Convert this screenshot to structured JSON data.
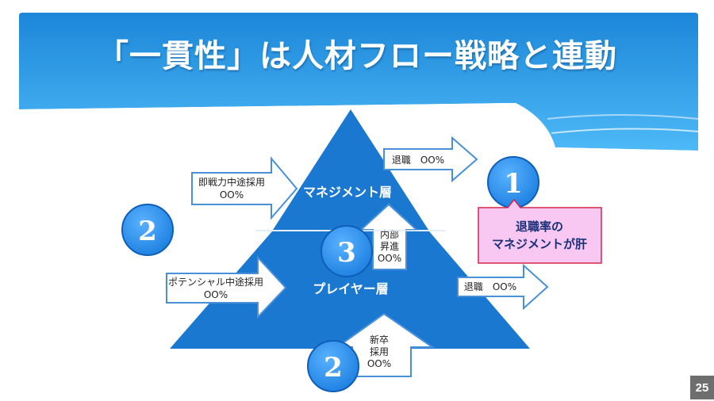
{
  "slide": {
    "title": "「一貫性」は人材フロー戦略と連動",
    "page_number": "25"
  },
  "pyramid": {
    "upper_layer": "マネジメント層",
    "lower_layer": "プレイヤー層"
  },
  "arrows": {
    "mid_career_immediate": [
      "即戦力中途採用",
      "OO%"
    ],
    "mid_career_potential": [
      "ポテンシャル中途採用",
      "OO%"
    ],
    "new_grad": [
      "新卒",
      "採用",
      "OO%"
    ],
    "internal_promotion": [
      "内部",
      "昇進",
      "OO%"
    ],
    "attrition_management": "退職　OO%",
    "attrition_player": "退職　OO%"
  },
  "markers": {
    "marker_1": "1",
    "marker_2_left": "2",
    "marker_2_bottom": "2",
    "marker_3": "3"
  },
  "callout": [
    "退職率の",
    "マネジメントが肝"
  ],
  "colors": {
    "banner_top": "#1c86d8",
    "banner_bottom": "#4db9f6",
    "pyramid": "#1a78d0",
    "marker": "#2f95f0",
    "callout_fill": "#f8c8f2",
    "callout_border": "#d4264a",
    "arrow_stroke": "#4a90d9"
  }
}
